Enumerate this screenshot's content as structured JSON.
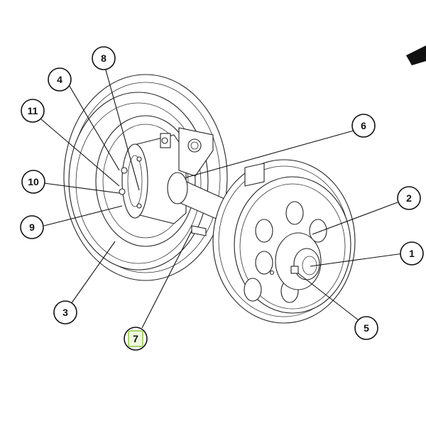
{
  "diagram": {
    "callouts": [
      {
        "id": "1",
        "label": "1"
      },
      {
        "id": "2",
        "label": "2"
      },
      {
        "id": "3",
        "label": "3"
      },
      {
        "id": "4",
        "label": "4"
      },
      {
        "id": "5",
        "label": "5"
      },
      {
        "id": "6",
        "label": "6"
      },
      {
        "id": "7",
        "label": "7",
        "highlighted": true
      },
      {
        "id": "8",
        "label": "8"
      },
      {
        "id": "9",
        "label": "9"
      },
      {
        "id": "10",
        "label": "10"
      },
      {
        "id": "11",
        "label": "11"
      }
    ],
    "colors": {
      "line": "#222222",
      "highlight_stroke": "#8dc63f",
      "highlight_fill": "#eef7dd",
      "background": "#ffffff"
    }
  }
}
